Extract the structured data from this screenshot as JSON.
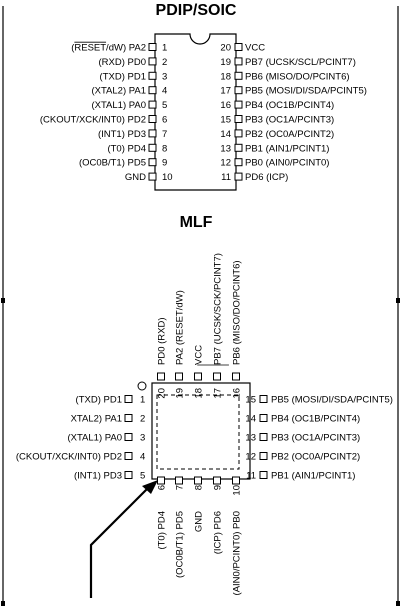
{
  "pdip": {
    "title": "PDIP/SOIC",
    "left": [
      {
        "pin": "1",
        "label": "(RESET/dW) PA2",
        "overline": "RESET"
      },
      {
        "pin": "2",
        "label": "(RXD) PD0"
      },
      {
        "pin": "3",
        "label": "(TXD) PD1"
      },
      {
        "pin": "4",
        "label": "(XTAL2) PA1"
      },
      {
        "pin": "5",
        "label": "(XTAL1) PA0"
      },
      {
        "pin": "6",
        "label": "(CKOUT/XCK/INT0) PD2"
      },
      {
        "pin": "7",
        "label": "(INT1) PD3"
      },
      {
        "pin": "8",
        "label": "(T0) PD4"
      },
      {
        "pin": "9",
        "label": "(OC0B/T1) PD5"
      },
      {
        "pin": "10",
        "label": "GND"
      }
    ],
    "right": [
      {
        "pin": "20",
        "label": "VCC"
      },
      {
        "pin": "19",
        "label": "PB7 (UCSK/SCL/PCINT7)"
      },
      {
        "pin": "18",
        "label": "PB6 (MISO/DO/PCINT6)"
      },
      {
        "pin": "17",
        "label": "PB5 (MOSI/DI/SDA/PCINT5)"
      },
      {
        "pin": "16",
        "label": "PB4 (OC1B/PCINT4)"
      },
      {
        "pin": "15",
        "label": "PB3 (OC1A/PCINT3)"
      },
      {
        "pin": "14",
        "label": "PB2 (OC0A/PCINT2)"
      },
      {
        "pin": "13",
        "label": "PB1 (AIN1/PCINT1)"
      },
      {
        "pin": "12",
        "label": "PB0 (AIN0/PCINT0)"
      },
      {
        "pin": "11",
        "label": "PD6 (ICP)"
      }
    ]
  },
  "mlf": {
    "title": "MLF",
    "top": [
      {
        "pin": "20",
        "label": "PD0 (RXD)"
      },
      {
        "pin": "19",
        "label": "PA2 (RESET/dW)",
        "overline": "RESET"
      },
      {
        "pin": "18",
        "label": "VCC"
      },
      {
        "pin": "17",
        "label": "PB7 (UCSK/SCK/PCINT7)"
      },
      {
        "pin": "16",
        "label": "PB6 (MISO/DO/PCINT6)"
      }
    ],
    "left": [
      {
        "pin": "1",
        "label": "(TXD) PD1"
      },
      {
        "pin": "2",
        "label": "XTAL2) PA1"
      },
      {
        "pin": "3",
        "label": "(XTAL1) PA0"
      },
      {
        "pin": "4",
        "label": "(CKOUT/XCK/INT0) PD2"
      },
      {
        "pin": "5",
        "label": "(INT1) PD3"
      }
    ],
    "right": [
      {
        "pin": "15",
        "label": "PB5 (MOSI/DI/SDA/PCINT5)"
      },
      {
        "pin": "14",
        "label": "PB4 (OC1B/PCINT4)"
      },
      {
        "pin": "13",
        "label": "PB3 (OC1A/PCINT3)"
      },
      {
        "pin": "12",
        "label": "PB2 (OC0A/PCINT2)"
      },
      {
        "pin": "11",
        "label": "PB1 (AIN1/PCINT1)"
      }
    ],
    "bottom": [
      {
        "pin": "6",
        "label": "(T0) PD4"
      },
      {
        "pin": "7",
        "label": "(OC0B/T1) PD5"
      },
      {
        "pin": "8",
        "label": "GND"
      },
      {
        "pin": "9",
        "label": "(ICP) PD6"
      },
      {
        "pin": "10",
        "label": "(AIN0/PCINT0) PB0"
      }
    ]
  }
}
